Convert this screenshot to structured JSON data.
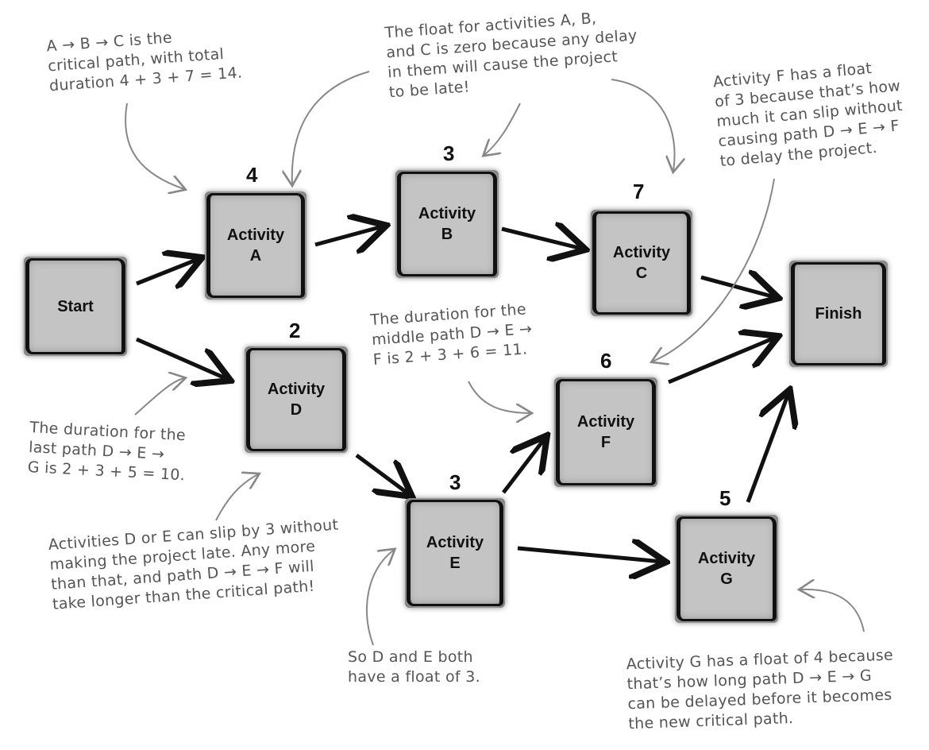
{
  "nodes": {
    "start": {
      "label": "Start"
    },
    "a": {
      "line1": "Activity",
      "line2": "A",
      "duration": "4"
    },
    "b": {
      "line1": "Activity",
      "line2": "B",
      "duration": "3"
    },
    "c": {
      "line1": "Activity",
      "line2": "C",
      "duration": "7"
    },
    "d": {
      "line1": "Activity",
      "line2": "D",
      "duration": "2"
    },
    "e": {
      "line1": "Activity",
      "line2": "E",
      "duration": "3"
    },
    "f": {
      "line1": "Activity",
      "line2": "F",
      "duration": "6"
    },
    "g": {
      "line1": "Activity",
      "line2": "G",
      "duration": "5"
    },
    "finish": {
      "label": "Finish"
    }
  },
  "notes": {
    "critical_path": "A → B → C is the\ncritical path, with total\nduration 4 + 3 + 7 = 14.",
    "float_abc": "The float for activities A, B,\nand C is zero because any delay\nin them will cause the project\nto be late!",
    "float_f": "Activity F has a float\nof 3 because that’s how\nmuch it can slip without\ncausing path D → E → F\nto delay the project.",
    "middle_path": "The duration for the\nmiddle path D → E →\nF is 2 + 3 + 6 = 11.",
    "last_path": "The duration for the\nlast path D → E →\nG is 2 + 3 + 5 = 10.",
    "slip_de": "Activities D or E can slip by 3 without\nmaking the project late. Any more\nthan that, and path D → E → F will\ntake longer than the critical path!",
    "float_de": "So D and E both\nhave a float of 3.",
    "float_g": "Activity G has a float of 4 because\nthat’s how long path D → E → G\ncan be delayed before it becomes\nthe new critical path."
  }
}
